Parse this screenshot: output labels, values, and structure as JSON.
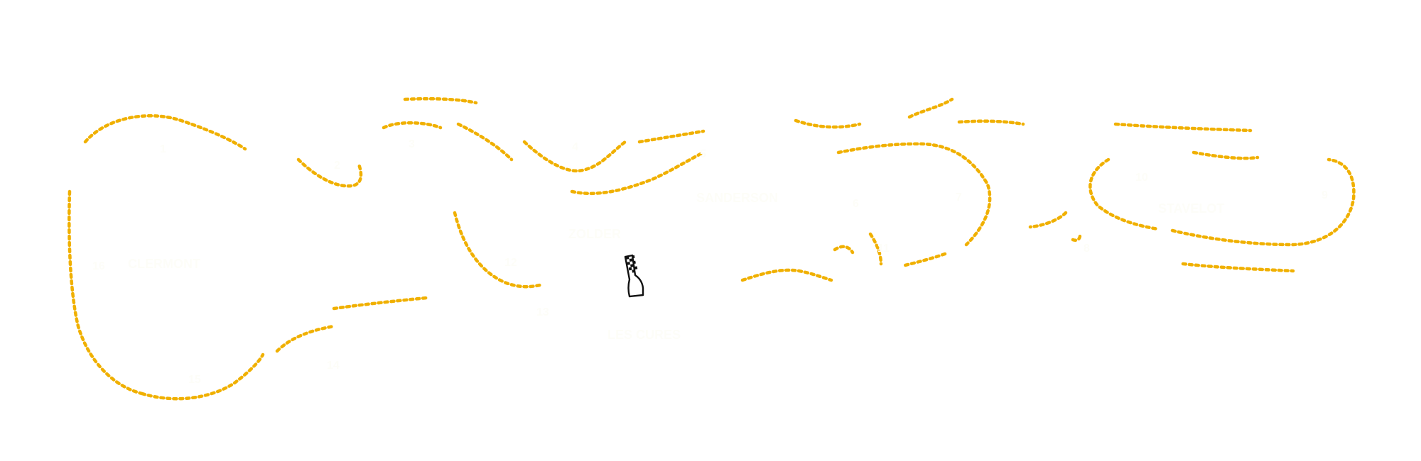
{
  "map": {
    "kerb_color": "#f0b000",
    "track_color": "#ffffff",
    "label_color": "#fdfdf8",
    "start_finish_icon": "checkered-flag-icon"
  },
  "corner_labels": [
    {
      "text": "CLERMONT",
      "id": "clermont"
    },
    {
      "text": "ZOLDER"
    },
    {
      "text": "SANDERSON"
    },
    {
      "text": "STAVELOT"
    },
    {
      "text": "LES CURES"
    }
  ],
  "corner_numbers": [
    "1",
    "2",
    "3",
    "4",
    "5",
    "6",
    "7",
    "8",
    "9",
    "10",
    "11",
    "12",
    "13",
    "14",
    "15",
    "16"
  ]
}
